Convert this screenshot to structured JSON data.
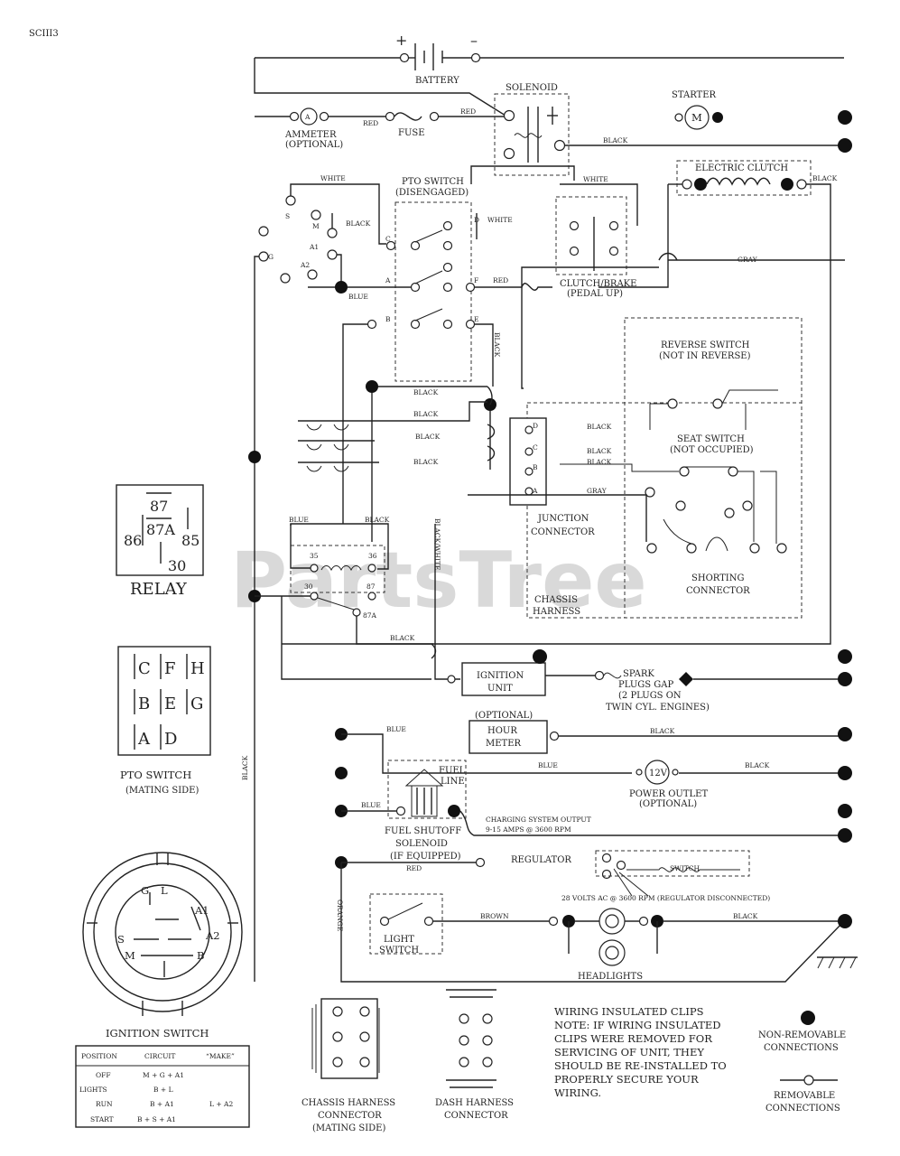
{
  "header": {
    "code": "SCIII3"
  },
  "watermark": "PartsTree",
  "components": {
    "battery": "BATTERY",
    "battery_plus": "+",
    "battery_minus": "–",
    "solenoid": "SOLENOID",
    "starter": "STARTER",
    "starter_symbol": "M",
    "ammeter": "AMMETER",
    "ammeter_opt": "(OPTIONAL)",
    "fuse": "FUSE",
    "electric_clutch": "ELECTRIC CLUTCH",
    "pto_switch": "PTO SWITCH",
    "pto_state": "(DISENGAGED)",
    "clutch_brake": "CLUTCH/BRAKE",
    "clutch_brake_state": "(PEDAL UP)",
    "reverse_switch": "REVERSE SWITCH",
    "reverse_state": "(NOT IN REVERSE)",
    "seat_switch": "SEAT SWITCH",
    "seat_state": "(NOT OCCUPIED)",
    "junction": "JUNCTION",
    "connector": "CONNECTOR",
    "shorting": "SHORTING",
    "shorting_connector": "CONNECTOR",
    "chassis": "CHASSIS",
    "harness": "HARNESS",
    "ignition_unit_1": "IGNITION",
    "ignition_unit_2": "UNIT",
    "spark_1": "SPARK",
    "spark_2": "PLUGS GAP",
    "spark_3": "(2 PLUGS ON",
    "spark_4": "TWIN CYL. ENGINES)",
    "optional": "(OPTIONAL)",
    "hour_meter_1": "HOUR",
    "hour_meter_2": "METER",
    "power_outlet_1": "POWER OUTLET",
    "power_outlet_2": "(OPTIONAL)",
    "power_outlet_symbol": "12V",
    "fuel_line_1": "FUEL",
    "fuel_line_2": "LINE",
    "fuel_shutoff_1": "FUEL SHUTOFF",
    "fuel_shutoff_2": "SOLENOID",
    "fuel_shutoff_3": "(IF EQUIPPED)",
    "charging_1": "CHARGING SYSTEM OUTPUT",
    "charging_2": "9-15 AMPS @ 3600 RPM",
    "regulator": "REGULATOR",
    "switch": "SWITCH",
    "volts_note": "28 VOLTS AC @ 3600 RPM (REGULATOR DISCONNECTED)",
    "light_switch_1": "LIGHT",
    "light_switch_2": "SWITCH",
    "headlights": "HEADLIGHTS"
  },
  "pto_contacts": {
    "s": "S",
    "m": "M",
    "a1": "A1",
    "a2": "A2",
    "g": "G",
    "a": "A",
    "b": "B",
    "c": "C",
    "d": "D",
    "e": "E",
    "f": "F"
  },
  "relay_pins": {
    "p35": "35",
    "p36": "36",
    "p30": "30",
    "p87": "87",
    "p87a": "87A"
  },
  "junction_pins": {
    "a": "A",
    "b": "B",
    "c": "C",
    "d": "D"
  },
  "wire_colors": {
    "red": "RED",
    "white": "WHITE",
    "black": "BLACK",
    "blue": "BLUE",
    "gray": "GRAY",
    "brown": "BROWN",
    "orange": "ORANGE",
    "black_white": "BLACK/WHITE"
  },
  "relay_legend": {
    "title": "RELAY",
    "pin_87": "87",
    "pin_87a": "87A",
    "pin_86": "86",
    "pin_85": "85",
    "pin_30": "30"
  },
  "pto_legend": {
    "title": "PTO SWITCH",
    "subtitle": "(MATING SIDE)",
    "grid": [
      "C",
      "F",
      "H",
      "B",
      "E",
      "G",
      "A",
      "D"
    ]
  },
  "ignition_switch": {
    "title": "IGNITION SWITCH",
    "terminals": {
      "g": "G",
      "l": "L",
      "a1": "A1",
      "a2": "A2",
      "s": "S",
      "m": "M",
      "b": "B"
    },
    "table": {
      "headers": [
        "POSITION",
        "CIRCUIT",
        "“MAKE”"
      ],
      "rows": [
        [
          "OFF",
          "M + G + A1",
          ""
        ],
        [
          "LIGHTS",
          "B + L",
          ""
        ],
        [
          "RUN",
          "B + A1",
          "L + A2"
        ],
        [
          "START",
          "B + S + A1",
          ""
        ]
      ]
    }
  },
  "harness_connectors": {
    "chassis_1": "CHASSIS HARNESS",
    "chassis_2": "CONNECTOR",
    "chassis_3": "(MATING SIDE)",
    "dash_1": "DASH HARNESS",
    "dash_2": "CONNECTOR"
  },
  "notes": {
    "clips_title": "WIRING INSULATED CLIPS",
    "line_1": "NOTE: IF WIRING INSULATED",
    "line_2": "CLIPS WERE REMOVED FOR",
    "line_3": "SERVICING OF UNIT, THEY",
    "line_4": "SHOULD BE RE-INSTALLED TO",
    "line_5": "PROPERLY SECURE YOUR",
    "line_6": "WIRING."
  },
  "legend": {
    "non_removable_1": "NON-REMOVABLE",
    "non_removable_2": "CONNECTIONS",
    "removable_1": "REMOVABLE",
    "removable_2": "CONNECTIONS"
  }
}
